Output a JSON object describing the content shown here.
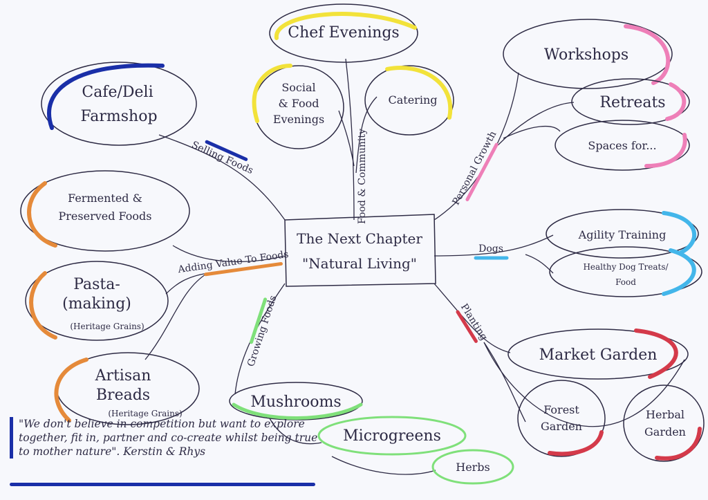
{
  "center": {
    "title": "The Next Chapter",
    "subtitle": "\"Natural Living\""
  },
  "branches": {
    "selling_foods": "Selling Foods",
    "food_community": "Food & Community",
    "personal_growth": "Personal Growth",
    "adding_value": "Adding Value To Foods",
    "dogs": "Dogs",
    "planting": "Planting",
    "growing_foods": "Growing Foods"
  },
  "nodes": {
    "cafe_deli": [
      "Cafe/Deli",
      "Farmshop"
    ],
    "chef_evenings": "Chef Evenings",
    "social_food": [
      "Social",
      "& Food",
      "Evenings"
    ],
    "catering": "Catering",
    "workshops": "Workshops",
    "retreats": "Retreats",
    "spaces_for": "Spaces for...",
    "fermented": [
      "Fermented &",
      "Preserved Foods"
    ],
    "pasta": [
      "Pasta-",
      "(making)"
    ],
    "pasta_note": "(Heritage Grains)",
    "artisan": [
      "Artisan",
      "Breads"
    ],
    "artisan_note": "(Heritage Grains)",
    "agility": "Agility Training",
    "dog_treats": [
      "Healthy Dog Treats/",
      "Food"
    ],
    "market_garden": "Market Garden",
    "forest_garden": [
      "Forest",
      "Garden"
    ],
    "herbal_garden": [
      "Herbal",
      "Garden"
    ],
    "mushrooms": "Mushrooms",
    "microgreens": "Microgreens",
    "herbs": "Herbs"
  },
  "quote": "\"We don't believe in competition but want to explore together, fit in, partner and co-create whilst being true to mother nature\". Kerstin & Rhys",
  "colors": {
    "ink": "#2d2a44",
    "blue": "#1a2fa8",
    "yellow": "#f2e23a",
    "pink": "#ee7fb8",
    "orange": "#e58a3a",
    "cyan": "#43b6ea",
    "red": "#d43a4a",
    "green": "#7fe07a"
  }
}
